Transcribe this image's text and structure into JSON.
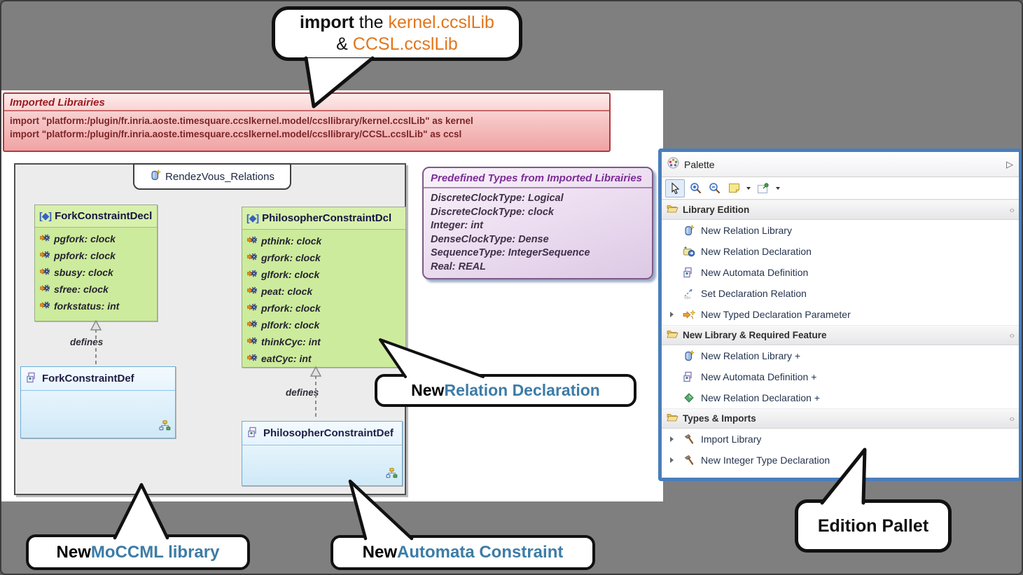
{
  "colors": {
    "background_gray": "#7f7f7f",
    "highlight_orange": "#e2761b",
    "highlight_teal": "#3d7ca6",
    "import_box_red": "#b13a3c",
    "predef_purple": "#7d5a85",
    "palette_border_blue": "#4a7ebb",
    "class_green": "#cdeb9c",
    "def_blue": "#cfe9f8"
  },
  "callouts": {
    "import_note": {
      "word_bold": "import",
      "word_mid": " the ",
      "lib1": "kernel.ccslLib",
      "amp": "& ",
      "lib2": "CCSL.ccslLib"
    },
    "new_relation_declaration": {
      "prefix": "New ",
      "highlight": "Relation Declaration"
    },
    "new_moccml_library": {
      "prefix": "New ",
      "highlight": "MoCCML library"
    },
    "new_automata_constraint": {
      "prefix": "New ",
      "highlight": "Automata Constraint"
    },
    "edition_pallet": {
      "label": "Edition Pallet"
    }
  },
  "imported_libraries": {
    "title": "Imported Librairies",
    "lines": [
      "import \"platform:/plugin/fr.inria.aoste.timesquare.ccslkernel.model/ccsllibrary/kernel.ccslLib\" as kernel",
      "import \"platform:/plugin/fr.inria.aoste.timesquare.ccslkernel.model/ccsllibrary/CCSL.ccslLib\" as ccsl"
    ]
  },
  "diagram": {
    "package_name": "RendezVous_Relations",
    "class_marker": "[◆]",
    "defines_label": "defines",
    "fork_decl": {
      "name": "ForkConstraintDecl",
      "attributes": [
        "pgfork: clock",
        "ppfork: clock",
        "sbusy: clock",
        "sfree: clock",
        "forkstatus: int"
      ]
    },
    "philosopher_decl": {
      "name": "PhilosopherConstraintDcl",
      "attributes": [
        "pthink: clock",
        "grfork: clock",
        "glfork: clock",
        "peat: clock",
        "prfork: clock",
        "plfork: clock",
        "thinkCyc: int",
        "eatCyc: int"
      ]
    },
    "fork_def": {
      "name": "ForkConstraintDef"
    },
    "philosopher_def": {
      "name": "PhilosopherConstraintDef"
    }
  },
  "predefined_types": {
    "title": "Predefined Types from Imported Librairies",
    "entries": [
      "DiscreteClockType: Logical",
      "DiscreteClockType: clock",
      "Integer: int",
      "DenseClockType: Dense",
      "SequenceType: IntegerSequence",
      "Real: REAL"
    ]
  },
  "palette": {
    "title": "Palette",
    "toolbar_icons": [
      "select-tool",
      "zoom-in-tool",
      "zoom-out-tool",
      "note-tool",
      "pinned-note-tool"
    ],
    "sections": [
      {
        "title": "Library Edition",
        "items": [
          {
            "label": "New Relation Library",
            "icon": "new-relation-library-icon"
          },
          {
            "label": "New Relation Declaration",
            "icon": "new-relation-declaration-icon"
          },
          {
            "label": "New Automata Definition",
            "icon": "new-automata-definition-icon"
          },
          {
            "label": "Set Declaration Relation",
            "icon": "set-declaration-relation-icon"
          },
          {
            "label": "New Typed Declaration Parameter",
            "icon": "new-typed-declaration-parameter-icon",
            "expandable": true
          }
        ]
      },
      {
        "title": "New Library & Required Feature",
        "items": [
          {
            "label": "New Relation Library +",
            "icon": "new-relation-library-icon"
          },
          {
            "label": "New Automata Definition +",
            "icon": "new-automata-definition-icon"
          },
          {
            "label": "New Relation Declaration +",
            "icon": "green-diamond-icon"
          }
        ]
      },
      {
        "title": "Types & Imports",
        "items": [
          {
            "label": "Import Library",
            "icon": "hammer-icon",
            "expandable": true
          },
          {
            "label": "New Integer Type Declaration",
            "icon": "hammer-icon",
            "expandable": true
          }
        ]
      }
    ]
  }
}
